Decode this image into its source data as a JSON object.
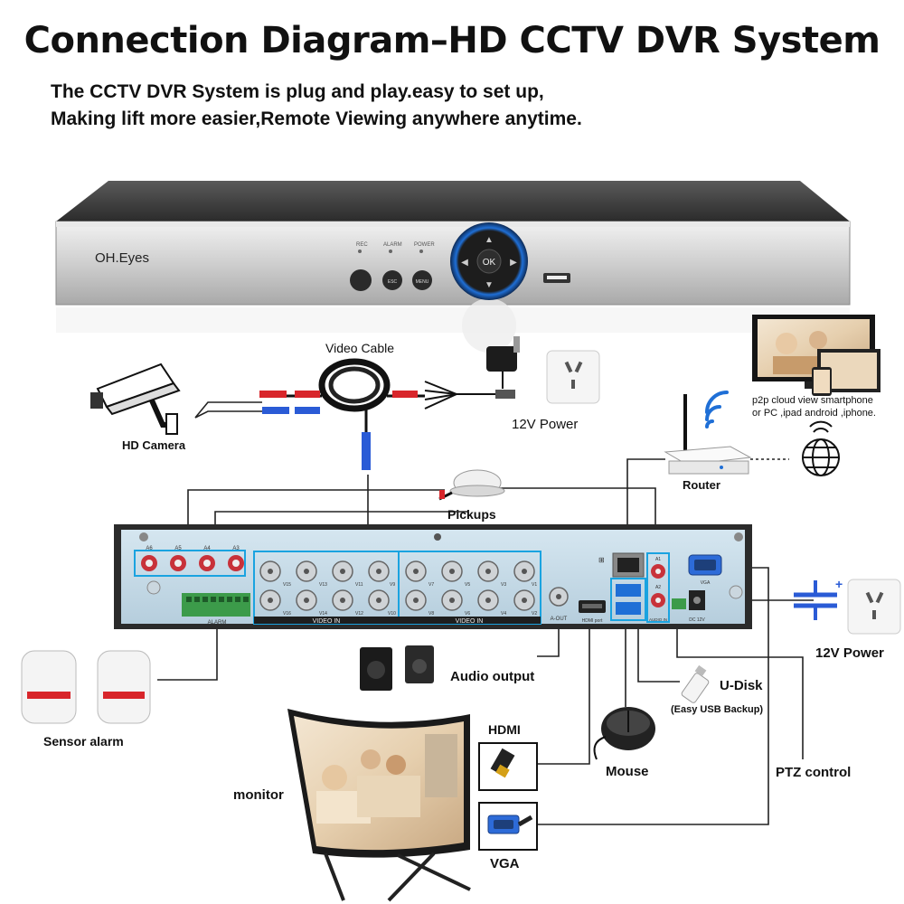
{
  "title": "Connection Diagram–HD CCTV DVR System",
  "subtitle_line1": "The CCTV DVR System is plug and play.easy to set up,",
  "subtitle_line2": "Making lift more easier,Remote Viewing anywhere anytime.",
  "dvr_front": {
    "brand": "OH.Eyes",
    "led_labels": [
      "REC",
      "ALARM",
      "POWER"
    ],
    "button_labels": [
      "ESC",
      "MENU"
    ],
    "ok_label": "OK"
  },
  "dvr_rear": {
    "audio_in_labels": [
      "A6",
      "A5",
      "A4",
      "A3"
    ],
    "video_in_label": "VIDEO IN",
    "alarm_label": "ALARM",
    "a_out_label": "A-OUT",
    "hdmi_port_label": "HDMI port",
    "audio_in_label": "AUDIO IN",
    "dc_label": "DC 12V",
    "vga_port_label": "VGA",
    "video_channels_left": [
      "V15",
      "V13",
      "V11",
      "V9",
      "V16",
      "V14",
      "V12",
      "V10"
    ],
    "video_channels_right": [
      "V7",
      "V5",
      "V3",
      "V1",
      "V8",
      "V6",
      "V4",
      "V2"
    ],
    "audio_right_labels": [
      "A1",
      "A2"
    ]
  },
  "labels": {
    "video_cable": "Video Cable",
    "hd_camera": "HD Camera",
    "power_top": "12V Power",
    "pickups": "Pickups",
    "router": "Router",
    "p2p_line1": "p2p cloud view smartphone",
    "p2p_line2": "or PC ,ipad android ,iphone.",
    "power_right": "12V Power",
    "sensor_alarm": "Sensor alarm",
    "audio_output": "Audio output",
    "u_disk": "U-Disk",
    "usb_backup": "(Easy USB Backup)",
    "hdmi": "HDMI",
    "mouse": "Mouse",
    "ptz": "PTZ control",
    "monitor": "monitor",
    "vga": "VGA"
  }
}
